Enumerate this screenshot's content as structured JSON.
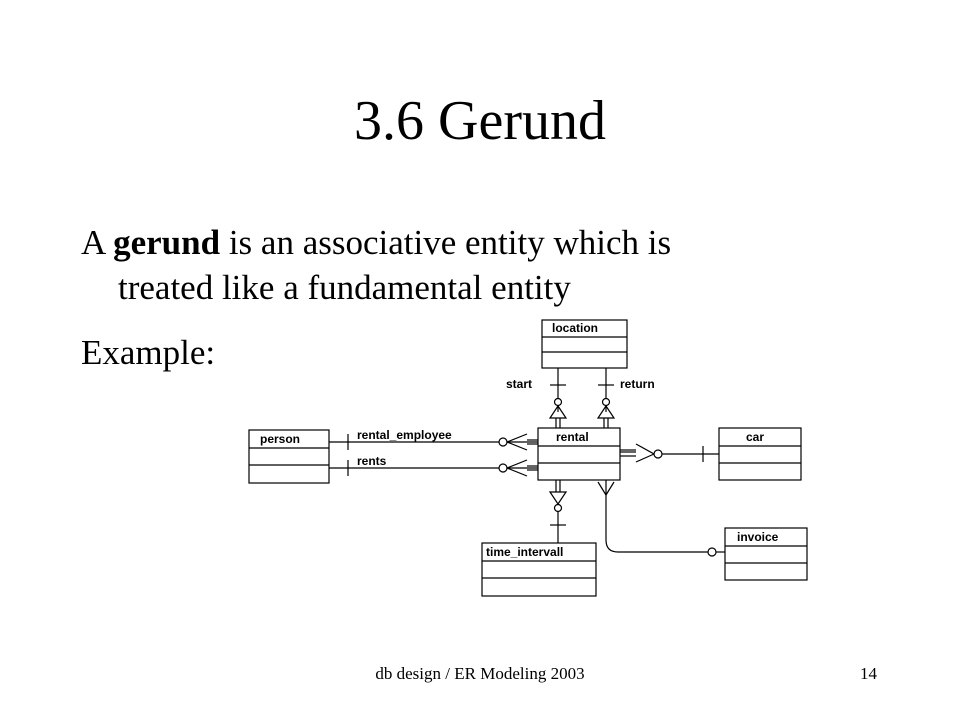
{
  "slide": {
    "title": "3.6 Gerund",
    "definition": {
      "pre": "A ",
      "term": "gerund",
      "post": " is an associative entity which is",
      "line2": "treated like a fundamental entity"
    },
    "example_label": "Example:",
    "footer_left": "db design / ER Modeling  2003",
    "footer_right": "14"
  },
  "diagram": {
    "entities": {
      "location": "location",
      "person": "person",
      "rental": "rental",
      "car": "car",
      "time_intervall": "time_intervall",
      "invoice": "invoice"
    },
    "relationships": {
      "start": "start",
      "return": "return",
      "rental_employee": "rental_employee",
      "rents": "rents"
    }
  }
}
